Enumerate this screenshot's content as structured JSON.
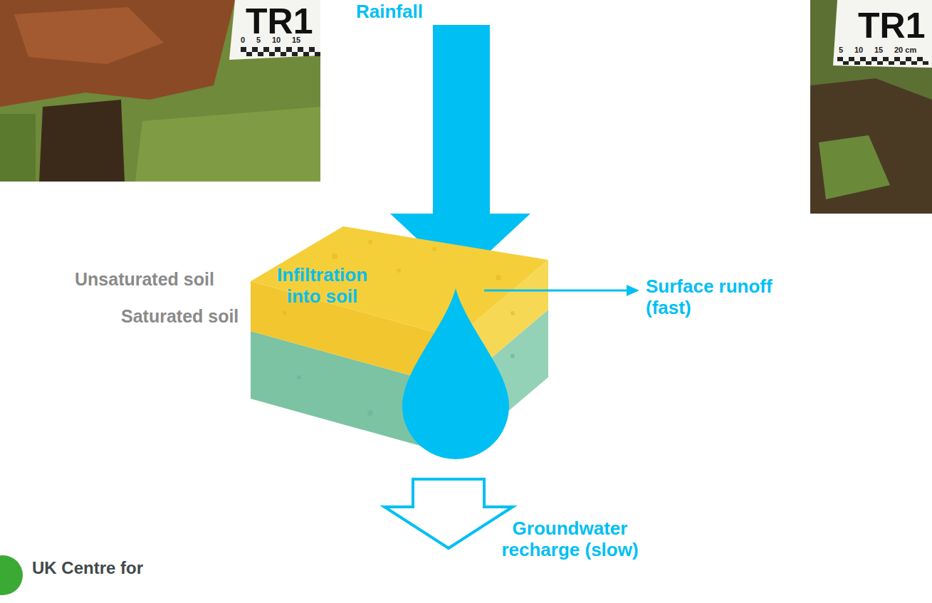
{
  "diagram": {
    "labels": [
      "TR1",
      "0",
      "5",
      "10",
      "15",
      "Rainfall",
      "TR1",
      "5",
      "10",
      "15",
      "20 cm",
      "Unsaturated soil",
      "Infiltration into soil",
      "Surface runoff (fast)",
      "Saturated soil",
      "Groundwater recharge (slow)",
      "UK Centre for"
    ]
  }
}
